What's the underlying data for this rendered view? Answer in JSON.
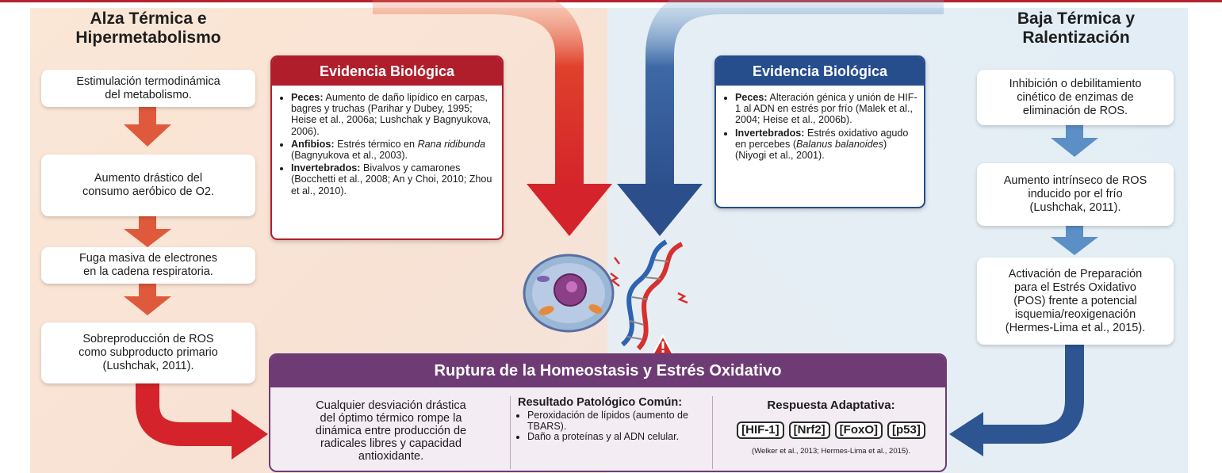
{
  "left_column": {
    "title": "Alza Térmica e\nHipermetabolismo",
    "steps": [
      "Estimulación termodinámica\ndel metabolismo.",
      "Aumento drástico del\nconsumo aeróbico de O2.",
      "Fuga masiva de electrones\nen la cadena respiratoria.",
      "Sobreproducción de ROS\ncomo subproducto primario\n(Lushchak, 2011)."
    ]
  },
  "right_column": {
    "title": "Baja Térmica y\nRalentización",
    "steps": [
      "Inhibición o debilitamiento\ncinético de enzimas de\neliminación de ROS.",
      "Aumento intrínseco de ROS\ninducido por el frío\n(Lushchak, 2011).",
      "Activación de Preparación\npara el Estrés Oxidativo\n(POS) frente a potencial\nisquemia/reoxigenación\n(Hermes-Lima et al., 2015)."
    ]
  },
  "evidence_left": {
    "title": "Evidencia Biológica",
    "items": [
      {
        "label": "Peces:",
        "text": " Aumento de daño lipídico en carpas, bagres y truchas (Parihar y Dubey, 1995; Heise et al., 2006a; Lushchak y Bagnyukova, 2006)."
      },
      {
        "label": "Anfibios:",
        "text_before": " Estrés térmico en ",
        "italic": "Rana ridibunda",
        "text_after": " (Bagnyukova et al., 2003)."
      },
      {
        "label": "Invertebrados:",
        "text": " Bivalvos y camarones (Bocchetti et al., 2008; An y Choi, 2010; Zhou et al., 2010)."
      }
    ]
  },
  "evidence_right": {
    "title": "Evidencia Biológica",
    "items": [
      {
        "label": "Peces:",
        "text": " Alteración génica y unión de HIF-1 al ADN en estrés por frío (Malek et al., 2004; Heise et al., 2006b)."
      },
      {
        "label": "Invertebrados:",
        "text_before": " Estrés oxidativo agudo en percebes (",
        "italic": "Balanus balanoides",
        "text_after": ") (Niyogi et al., 2001)."
      }
    ]
  },
  "homeostasis": {
    "title": "Ruptura de la Homeostasis y Estrés Oxidativo",
    "description": "Cualquier desviación drástica\ndel óptimo térmico rompe la\ndinámica entre producción de\nradicales libres y capacidad\nantioxidante.",
    "result_label": "Resultado Patológico Común:",
    "results": [
      "Peroxidación de lípidos (aumento de TBARS).",
      "Daño a proteínas y al ADN celular."
    ],
    "response_label": "Respuesta Adaptativa:",
    "tags": [
      "[HIF-1]",
      "[Nrf2]",
      "[FoxO]",
      "[p53]"
    ],
    "citation": "(Welker et al., 2013; Hermes-Lima et al., 2015)."
  },
  "colors": {
    "heat": "#d64a35",
    "cold": "#4a7fb5",
    "accent_red": "#b01e2c",
    "accent_blue": "#264d8c",
    "accent_purple": "#6e3b74"
  },
  "icons": [
    "cell-icon",
    "dna-icon",
    "warning-icon"
  ]
}
